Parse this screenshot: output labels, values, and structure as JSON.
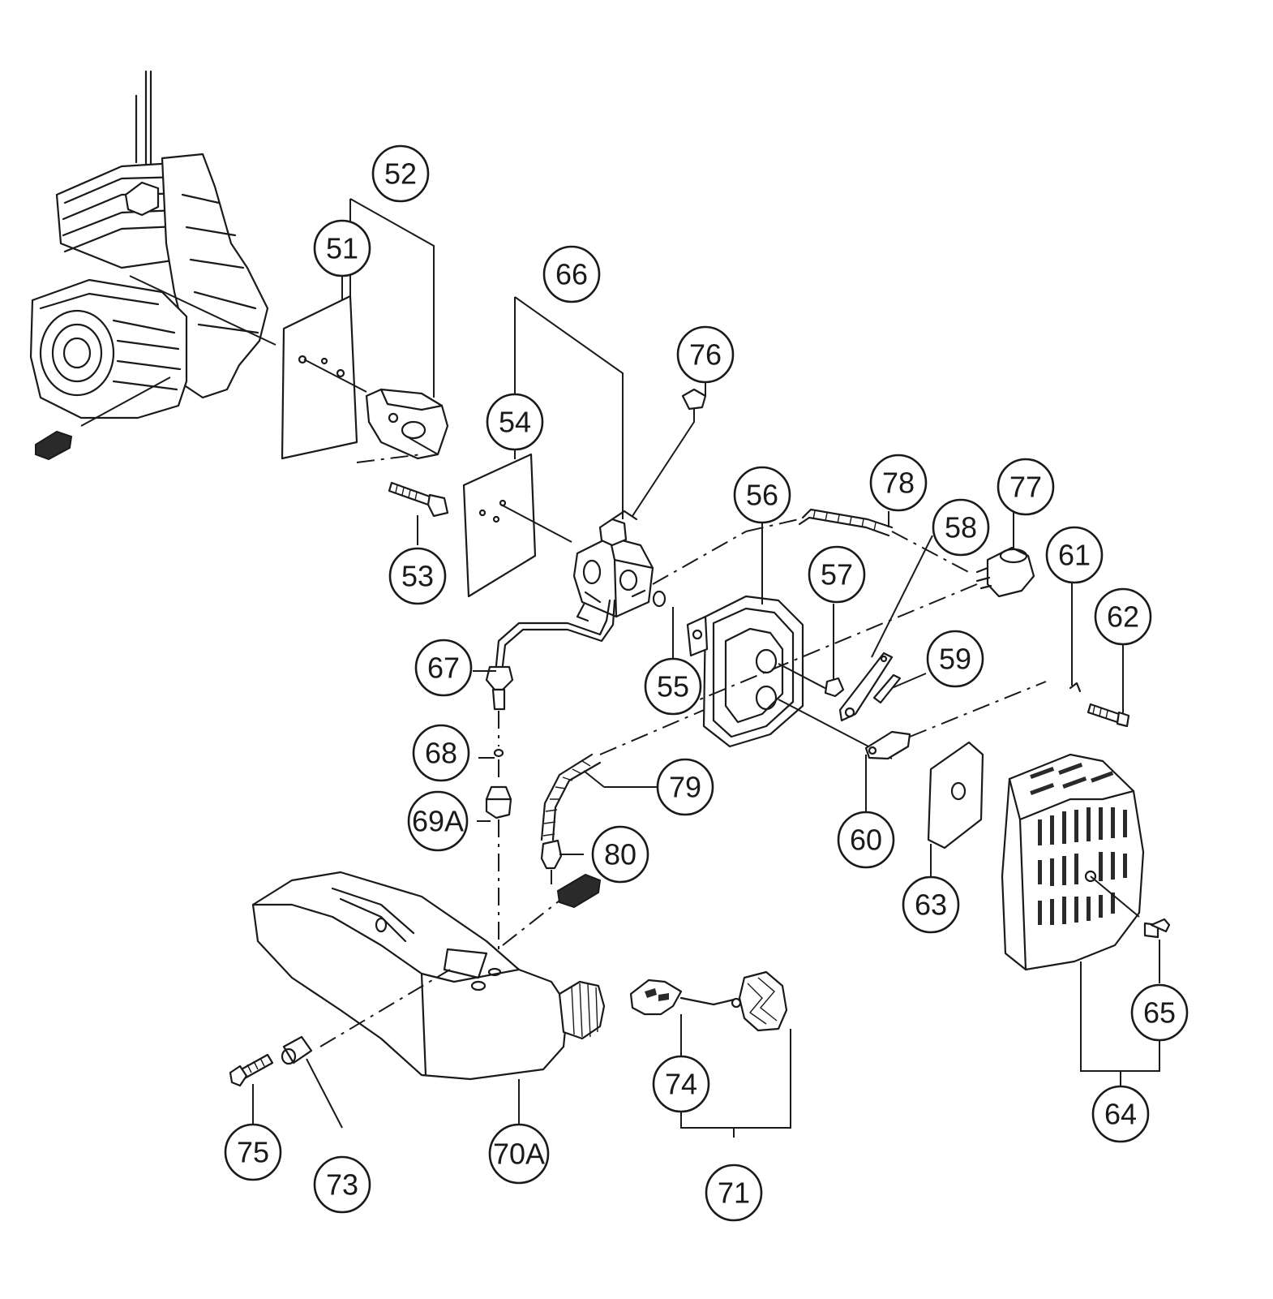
{
  "diagram": {
    "callouts": [
      {
        "id": "c51",
        "label": "51"
      },
      {
        "id": "c52",
        "label": "52"
      },
      {
        "id": "c53",
        "label": "53"
      },
      {
        "id": "c54",
        "label": "54"
      },
      {
        "id": "c55",
        "label": "55"
      },
      {
        "id": "c56",
        "label": "56"
      },
      {
        "id": "c57",
        "label": "57"
      },
      {
        "id": "c58",
        "label": "58"
      },
      {
        "id": "c59",
        "label": "59"
      },
      {
        "id": "c60",
        "label": "60"
      },
      {
        "id": "c61",
        "label": "61"
      },
      {
        "id": "c62",
        "label": "62"
      },
      {
        "id": "c63",
        "label": "63"
      },
      {
        "id": "c64",
        "label": "64"
      },
      {
        "id": "c65",
        "label": "65"
      },
      {
        "id": "c66",
        "label": "66"
      },
      {
        "id": "c67",
        "label": "67"
      },
      {
        "id": "c68",
        "label": "68"
      },
      {
        "id": "c69A",
        "label": "69A"
      },
      {
        "id": "c70A",
        "label": "70A"
      },
      {
        "id": "c71",
        "label": "71"
      },
      {
        "id": "c73",
        "label": "73"
      },
      {
        "id": "c74",
        "label": "74"
      },
      {
        "id": "c75",
        "label": "75"
      },
      {
        "id": "c76",
        "label": "76"
      },
      {
        "id": "c77",
        "label": "77"
      },
      {
        "id": "c78",
        "label": "78"
      },
      {
        "id": "c79",
        "label": "79"
      },
      {
        "id": "c80",
        "label": "80"
      }
    ]
  }
}
